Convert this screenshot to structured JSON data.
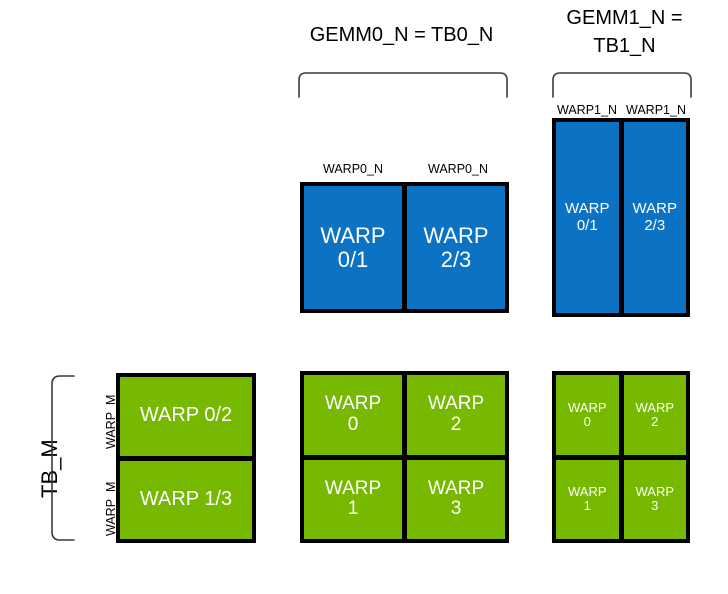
{
  "diagram": {
    "title_gemm0": "GEMM0_N = TB0_N",
    "title_gemm1_line1": "GEMM1_N =",
    "title_gemm1_line2": "TB1_N",
    "tb_m_label": "TB_M",
    "warp_m_label_top": "WARP_M",
    "warp_m_label_bottom": "WARP_M",
    "warp0_n_label_left": "WARP0_N",
    "warp0_n_label_right": "WARP0_N",
    "warp1_n_label_left": "WARP1_N",
    "warp1_n_label_right": "WARP1_N",
    "colors": {
      "blue": "#0b72c4",
      "green": "#76b900",
      "outline": "#000000",
      "text_on_fill": "#ffffff",
      "background": "#ffffff"
    },
    "blocks": {
      "gemm0_blue": {
        "name": "GEMM0 blue tile",
        "cells": [
          {
            "label": "WARP\n0/1"
          },
          {
            "label": "WARP\n2/3"
          }
        ]
      },
      "gemm1_blue": {
        "name": "GEMM1 blue tile",
        "cells": [
          {
            "label": "WARP\n0/1"
          },
          {
            "label": "WARP\n2/3"
          }
        ]
      },
      "left_green": {
        "name": "TB_M green tile",
        "rows": [
          {
            "label": "WARP 0/2"
          },
          {
            "label": "WARP 1/3"
          }
        ]
      },
      "middle_green": {
        "name": "GEMM0 green tile",
        "rows": [
          [
            {
              "label": "WARP\n0"
            },
            {
              "label": "WARP\n2"
            }
          ],
          [
            {
              "label": "WARP\n1"
            },
            {
              "label": "WARP\n3"
            }
          ]
        ]
      },
      "right_green": {
        "name": "GEMM1 green tile",
        "rows": [
          [
            {
              "label": "WARP\n0"
            },
            {
              "label": "WARP\n2"
            }
          ],
          [
            {
              "label": "WARP\n1"
            },
            {
              "label": "WARP\n3"
            }
          ]
        ]
      }
    }
  }
}
